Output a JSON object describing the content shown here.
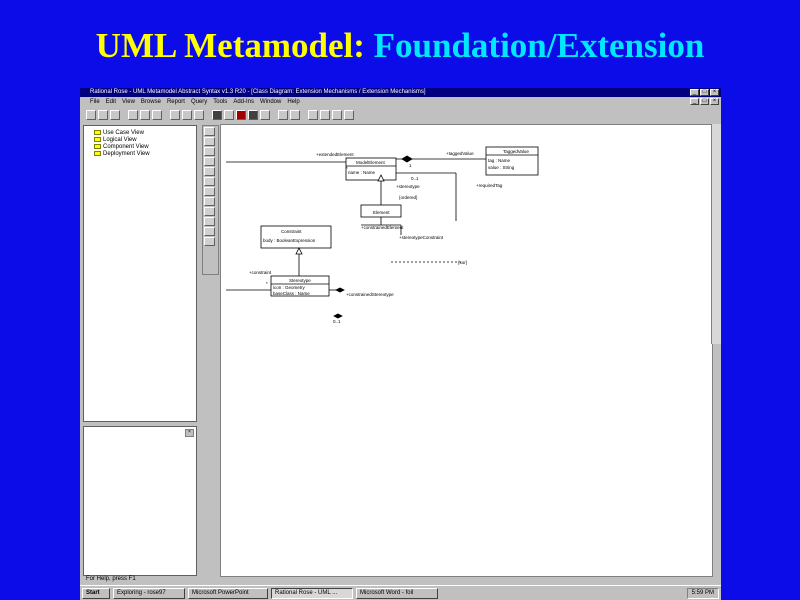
{
  "slide": {
    "title_part1": "UML Metamodel:",
    "title_part2": "Foundation/Extension",
    "title_color1": "#ffff00",
    "title_color2": "#00e8ff",
    "background": "#0c0ce8"
  },
  "window": {
    "title": "Rational Rose - UML Metamodel Abstract Syntax v1.3 R20 - [Class Diagram: Extension Mechanisms / Extension Mechanisms]",
    "titlebar_color": "#000080"
  },
  "menu": [
    "File",
    "Edit",
    "View",
    "Browse",
    "Report",
    "Query",
    "Tools",
    "Add-Ins",
    "Window",
    "Help"
  ],
  "browser": {
    "items": [
      "Use Case View",
      "Logical View",
      "Component View",
      "Deployment View"
    ]
  },
  "diagram": {
    "classes": {
      "model_element": {
        "name": "ModelElement",
        "attr": "name : Name"
      },
      "tagged_value": {
        "name": "TaggedValue",
        "attr1": "tag : Name",
        "attr2": "value : String"
      },
      "stereotype": {
        "name": "Stereotype",
        "attr1": "icon : Geometry",
        "attr2": "baseClass : Name"
      },
      "constraint": {
        "name": "Constraint",
        "attr": "body : BooleanExpression"
      },
      "element": {
        "name": "Element"
      }
    },
    "labels": {
      "extended_element": "+extendedElement",
      "mult_star1": "*",
      "mult_1a": "1",
      "mult_0_1": "0..1",
      "tagged_value_role": "+taggedValue",
      "stereotype_role": "+stereotype",
      "required_tag": "+requiredTag",
      "constrained_element": "+constrainedElement",
      "stereotype_constraint": "+stereotypeConstraint",
      "constraint_role": "+constraint",
      "constrained_stereotype": "+constrainedStereotype",
      "ordered": "{ordered}",
      "xor": "{xor}",
      "mult_0_1b": "0..1",
      "mult_star2": "*"
    }
  },
  "status": {
    "text": "For Help, press F1"
  },
  "taskbar": {
    "start": "Start",
    "tasks": [
      "Exploring - rose97",
      "Microsoft PowerPoint",
      "Rational Rose - UML ...",
      "Microsoft Word - foil"
    ],
    "clock": "5:59 PM"
  }
}
